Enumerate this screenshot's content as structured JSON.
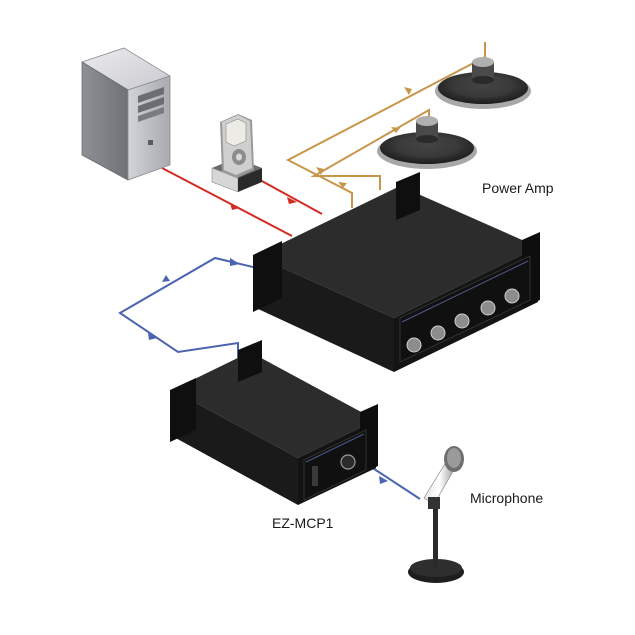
{
  "labels": {
    "power_amp": "Power Amp",
    "microphone": "Microphone",
    "ez_mcp1": "EZ-MCP1"
  },
  "colors": {
    "speaker_wire": "#c8964a",
    "audio_line": "#d42a22",
    "mic_line": "#4a64b0",
    "chassis": "#1c1c1c",
    "chassis_top": "#2b2b2b",
    "knob": "#9a9a9a",
    "computer": "#b5b6bb"
  },
  "icons": [
    "computer-tower-icon",
    "media-player-dock-icon",
    "speaker-icon",
    "microphone-icon"
  ]
}
